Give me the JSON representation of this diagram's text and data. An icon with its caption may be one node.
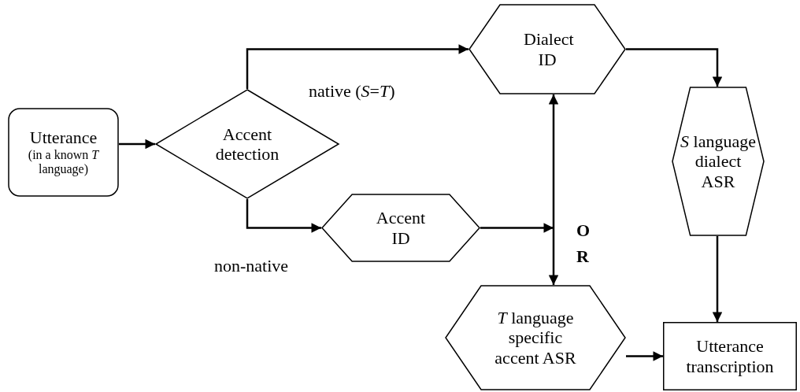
{
  "diagram": {
    "nodes": [
      {
        "text": [
          "Utterance",
          "(in a known *T* language)"
        ]
      },
      {
        "text": [
          "Accent detection"
        ]
      },
      {
        "text": [
          "Dialect ID"
        ]
      },
      {
        "text": [
          "Accent ID"
        ]
      },
      {
        "text": [
          "*S* language dialect ASR"
        ]
      },
      {
        "text": [
          "*T* language specific accent ASR"
        ]
      },
      {
        "text": [
          "Utterance transcription"
        ]
      }
    ],
    "edges": [
      {
        "from": 0,
        "to": 1,
        "arrow": "to"
      },
      {
        "from": 1,
        "to": 2,
        "arrow": "to",
        "label": "native (*S*=*T*)"
      },
      {
        "from": 1,
        "to": 3,
        "arrow": "to",
        "label": "non-native"
      },
      {
        "from": 3,
        "to": null,
        "arrow": "to"
      },
      {
        "from": 2,
        "to": 5,
        "arrow": "both"
      },
      {
        "from": 2,
        "to": 4,
        "arrow": "to"
      },
      {
        "from": 4,
        "to": 6,
        "arrow": "to"
      },
      {
        "from": 5,
        "to": 6,
        "arrow": "to"
      }
    ],
    "labels": [
      "OR"
    ]
  }
}
